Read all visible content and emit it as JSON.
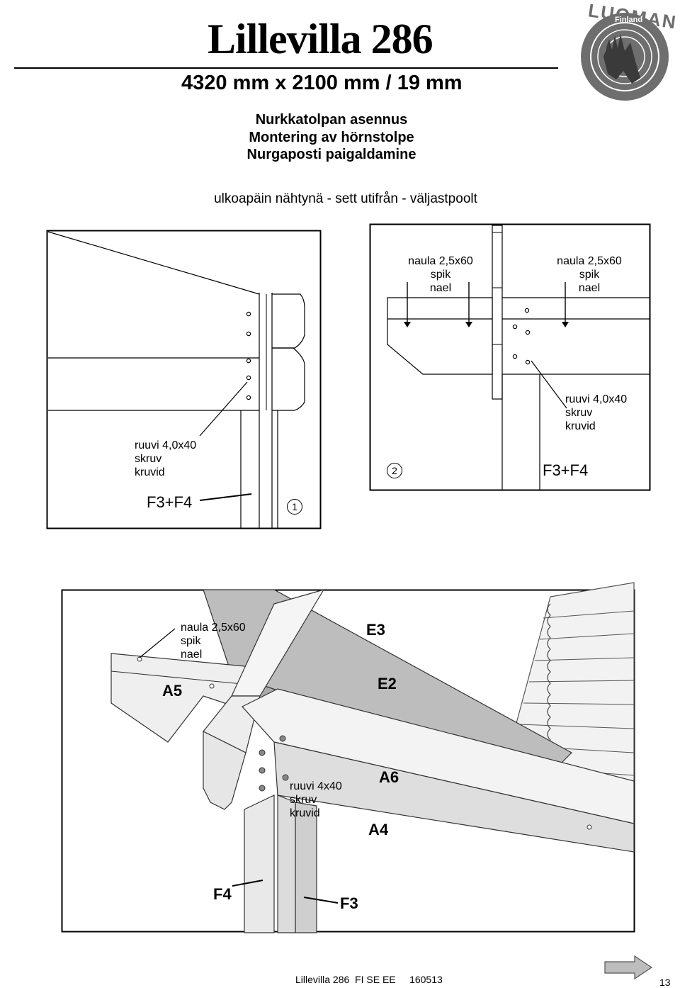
{
  "header": {
    "title": "Lillevilla 286",
    "dimensions": "4320 mm x 2100 mm / 19 mm"
  },
  "instructions": {
    "heading_fi": "Nurkkatolpan asennus",
    "heading_se": "Montering av hörnstolpe",
    "heading_ee": "Nurgaposti paigaldamine",
    "view_note": "ulkoapäin nähtynä - sett utifrån - väljastpoolt"
  },
  "labels": {
    "nail": [
      "naula 2,5x60",
      "spik",
      "nael"
    ],
    "screw": [
      "ruuvi 4,0x40",
      "skruv",
      "kruvid"
    ],
    "screw_short": [
      "ruuvi 4x40",
      "skruv",
      "kruvid"
    ],
    "posts": "F3+F4"
  },
  "figure1": {
    "step": "1"
  },
  "figure2": {
    "step": "2"
  },
  "figure3": {
    "parts": {
      "a5": "A5",
      "e3": "E3",
      "e2": "E2",
      "a6": "A6",
      "a4": "A4",
      "f4": "F4",
      "f3": "F3"
    }
  },
  "logo": {
    "brand": "LUOMAN",
    "country": "Finland"
  },
  "footer": {
    "doc": "Lillevilla 286  FI SE EE     160513",
    "page": "13",
    "next_arrow_icon": "arrow-right-icon"
  },
  "colors": {
    "wood_light": "#efefef",
    "wood_mid": "#cfcfcf",
    "wood_dark": "#a9a9a9",
    "logo_gray": "#6e6e6e"
  }
}
